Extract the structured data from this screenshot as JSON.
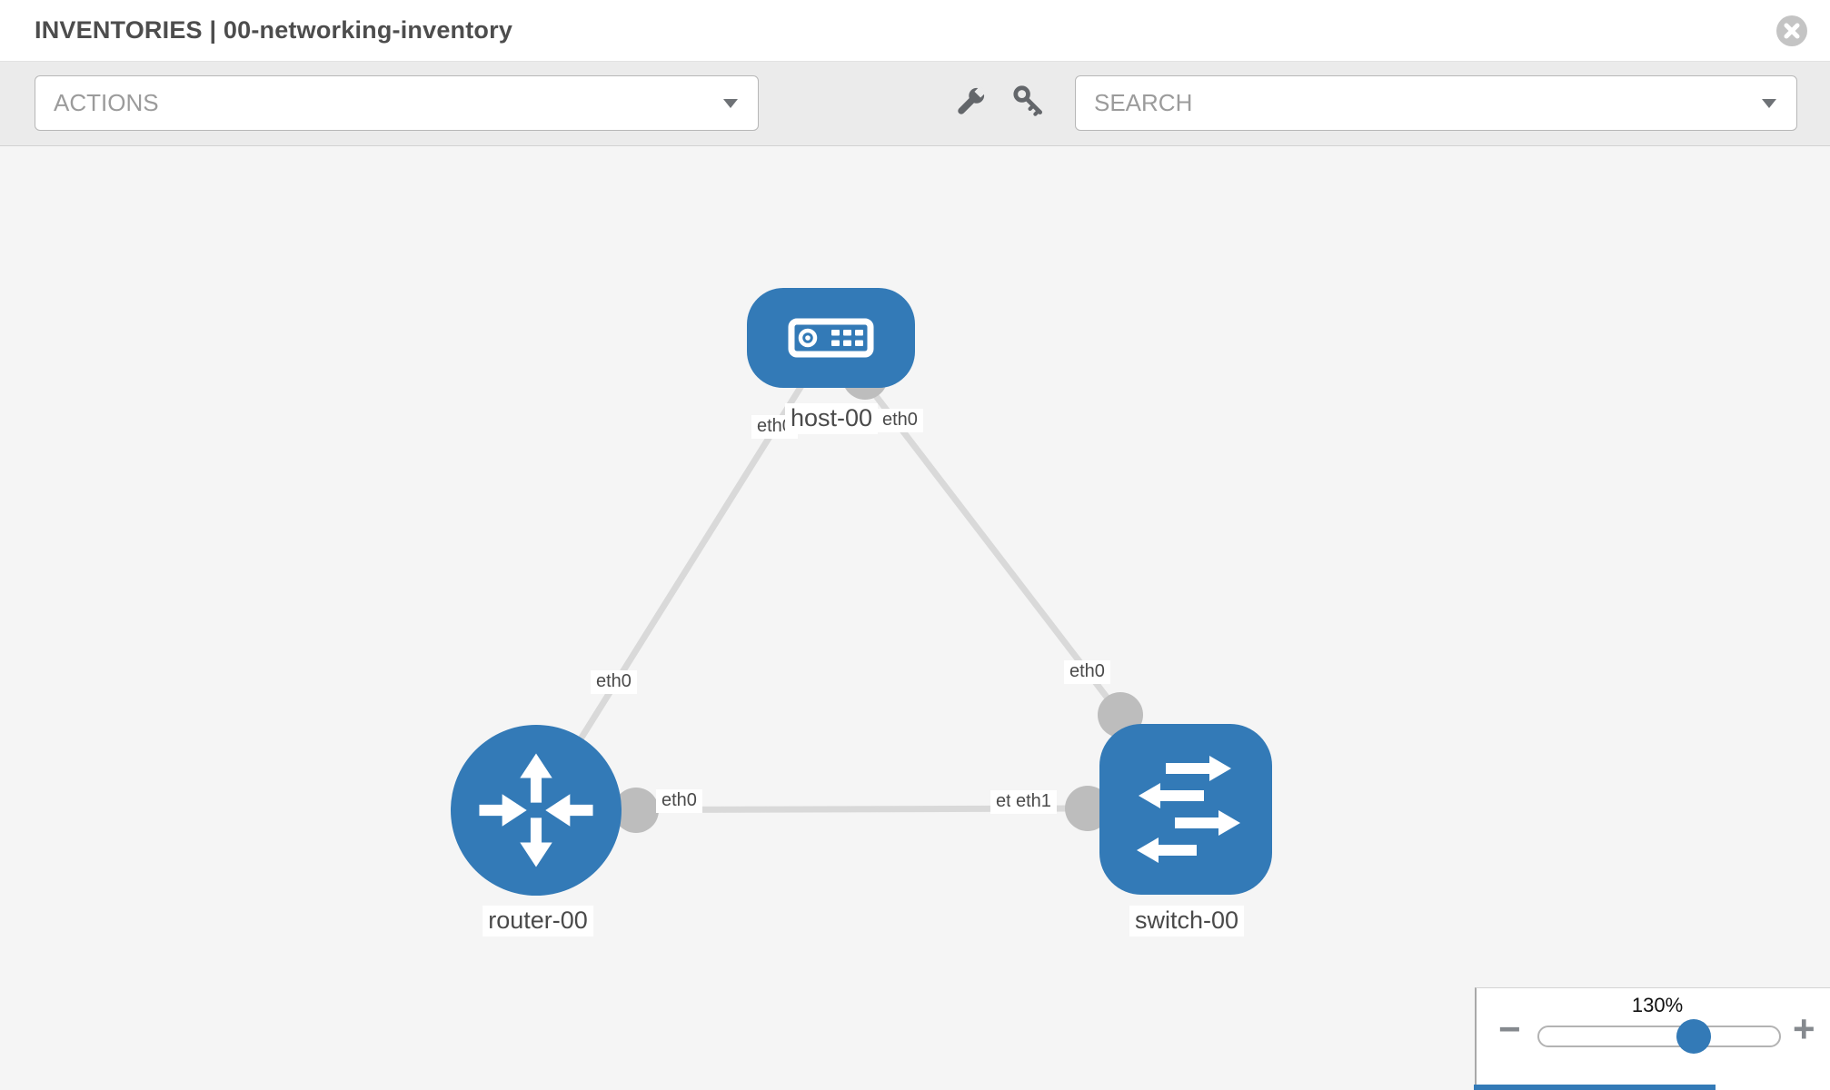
{
  "window": {
    "title": "INVENTORIES | 00-networking-inventory"
  },
  "toolbar": {
    "actions_label": "ACTIONS",
    "search_label": "SEARCH",
    "icons": [
      "wrench-icon",
      "key-icon"
    ]
  },
  "topology": {
    "nodes": [
      {
        "id": "host-00",
        "type": "host",
        "label": "host-00",
        "icon": "host-server-icon"
      },
      {
        "id": "router-00",
        "type": "router",
        "label": "router-00",
        "icon": "router-arrows-icon"
      },
      {
        "id": "switch-00",
        "type": "switch",
        "label": "switch-00",
        "icon": "switch-arrows-icon"
      }
    ],
    "links": [
      {
        "from": "host-00",
        "to": "router-00",
        "from_interface": "eth0",
        "to_interface": "eth0"
      },
      {
        "from": "host-00",
        "to": "switch-00",
        "from_interface": "eth0",
        "to_interface": "eth0"
      },
      {
        "from": "router-00",
        "to": "switch-00",
        "from_interface": "eth0",
        "to_interface": "eth1"
      }
    ],
    "partially_hidden_label": "eth0"
  },
  "zoom_control": {
    "level_label": "130%",
    "minus_label": "−",
    "plus_label": "+",
    "slider_percent": 64
  },
  "colors": {
    "node_blue": "#337ab7",
    "link_gray": "#d9d9d9",
    "dot_gray": "#bdbdbd",
    "canvas_bg": "#f5f5f5",
    "toolbar_bg": "#ebebeb"
  }
}
